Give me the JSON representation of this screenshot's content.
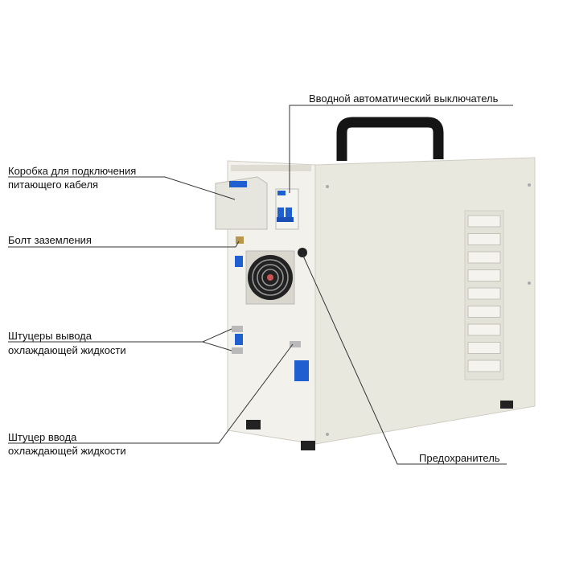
{
  "labels": {
    "breaker": "Вводной автоматический выключатель",
    "cable_box_line1": "Коробка для подключения",
    "cable_box_line2": "питающего кабеля",
    "ground_bolt": "Болт заземления",
    "outlets_line1": "Штуцеры вывода",
    "outlets_line2": "охлаждающей жидкости",
    "inlet_line1": "Штуцер ввода",
    "inlet_line2": "охлаждающей жидкости",
    "fuse": "Предохранитель"
  },
  "colors": {
    "body": "#ecebe3",
    "panel": "#f1f0ea",
    "handle": "#151515",
    "accent_blue": "#1f5fd0",
    "line": "#333333"
  }
}
